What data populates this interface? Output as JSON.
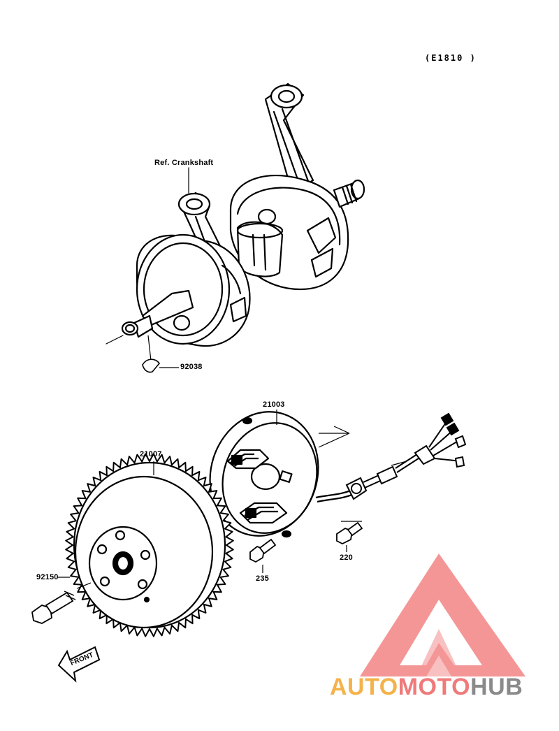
{
  "diagram": {
    "figure_code": "(E1810 )",
    "ref_label": "Ref. Crankshaft",
    "parts": {
      "key": "92038",
      "stator": "21003",
      "rotor": "21007",
      "rotor_bolt": "92150",
      "stator_screw": "235",
      "clamp_screw": "220"
    },
    "front_label": "FRONT"
  },
  "watermark": {
    "brand": [
      "AUTO",
      "MOTO",
      "HUB"
    ],
    "colors": {
      "auto": "#f5b24a",
      "moto": "#f07a7a",
      "hub": "#8a8a8a"
    }
  }
}
